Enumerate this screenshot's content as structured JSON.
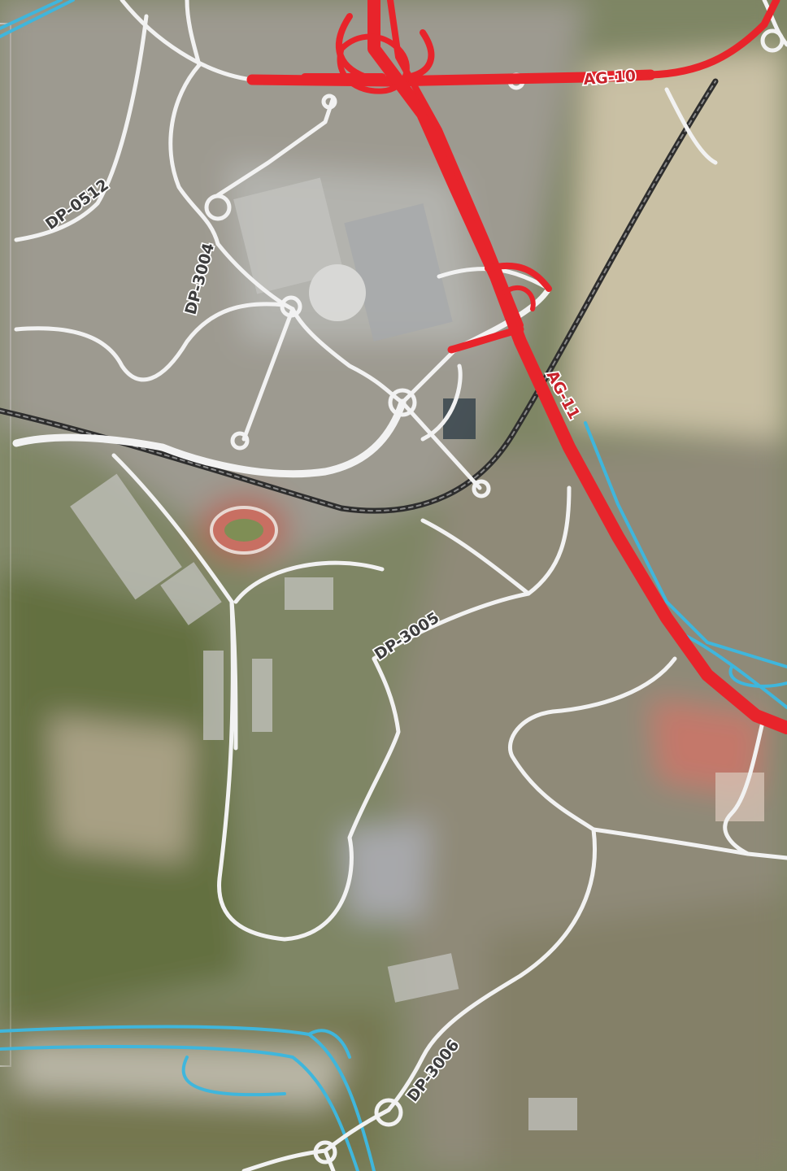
{
  "labels": {
    "dp0512": "DP-0512",
    "dp3004": "DP-3004",
    "ag10": "AG-10",
    "ag11": "AG-11",
    "dp3005": "DP-3005",
    "dp3006": "DP-3006"
  },
  "colors": {
    "highway": "#e8242b",
    "local_road": "#f2f2f2",
    "rail": "#2d2d2d",
    "river": "#3fb6dc",
    "terrain_green": "#6e7a4f",
    "urban_grey": "#9c9a93"
  }
}
